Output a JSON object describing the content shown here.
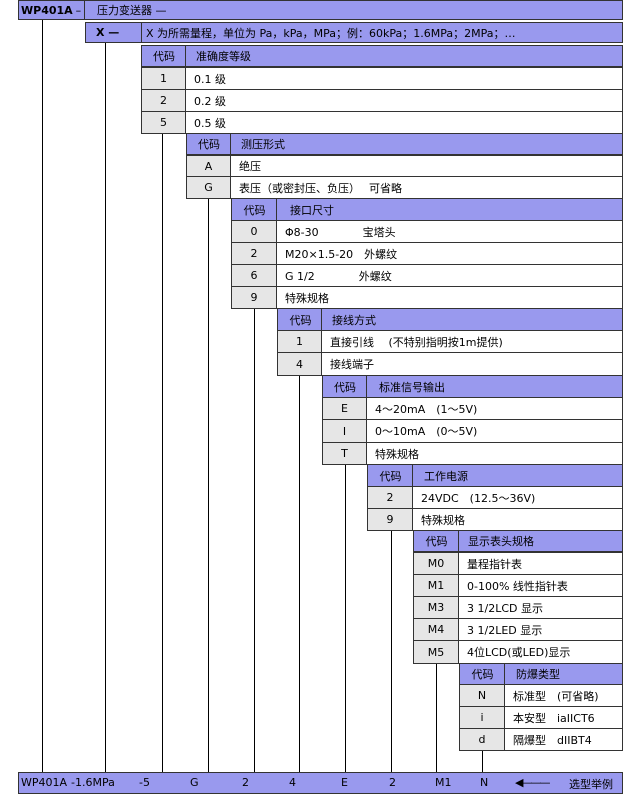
{
  "top": {
    "model": "WP401A",
    "dash": "–",
    "title": "压力变送器 —",
    "range_code": "X —",
    "range_desc": "X 为所需量程，单位为 Pa，kPa，MPa；例：60kPa；1.6MPa；2MPa；…"
  },
  "accuracy": {
    "code_header": "代码",
    "title": "准确度等级",
    "rows": [
      {
        "code": "1",
        "desc": "0.1 级"
      },
      {
        "code": "2",
        "desc": "0.2 级"
      },
      {
        "code": "5",
        "desc": "0.5 级"
      }
    ]
  },
  "pressure_form": {
    "code_header": "代码",
    "title": "测压形式",
    "rows": [
      {
        "code": "A",
        "desc": "绝压"
      },
      {
        "code": "G",
        "desc": "表压（或密封压、负压）　 可省略"
      }
    ]
  },
  "connection": {
    "code_header": "代码",
    "title": "接口尺寸",
    "rows": [
      {
        "code": "0",
        "desc": "Φ8-30　　　　宝塔头"
      },
      {
        "code": "2",
        "desc": "M20×1.5-20　外螺纹"
      },
      {
        "code": "6",
        "desc": "G 1/2　　　　外螺纹"
      },
      {
        "code": "9",
        "desc": "特殊规格"
      }
    ]
  },
  "wiring": {
    "code_header": "代码",
    "title": "接线方式",
    "rows": [
      {
        "code": "1",
        "desc": "直接引线　 (不特别指明按1m提供)"
      },
      {
        "code": "4",
        "desc": "接线端子"
      }
    ]
  },
  "signal": {
    "code_header": "代码",
    "title": "标准信号输出",
    "rows": [
      {
        "code": "E",
        "desc": "4～20mA　(1～5V)"
      },
      {
        "code": "I",
        "desc": "0～10mA　(0～5V)"
      },
      {
        "code": "T",
        "desc": "特殊规格"
      }
    ]
  },
  "power": {
    "code_header": "代码",
    "title": "工作电源",
    "rows": [
      {
        "code": "2",
        "desc": "24VDC　(12.5～36V)"
      },
      {
        "code": "9",
        "desc": "特殊规格"
      }
    ]
  },
  "display": {
    "code_header": "代码",
    "title": "显示表头规格",
    "rows": [
      {
        "code": "M0",
        "desc": "量程指针表"
      },
      {
        "code": "M1",
        "desc": "0-100% 线性指针表"
      },
      {
        "code": "M3",
        "desc": "3 1/2LCD 显示"
      },
      {
        "code": "M4",
        "desc": "3 1/2LED 显示"
      },
      {
        "code": "M5",
        "desc": "4位LCD(或LED)显示"
      }
    ]
  },
  "explosion": {
    "code_header": "代码",
    "title": "防爆类型",
    "rows": [
      {
        "code": "N",
        "desc": "标准型　(可省略)"
      },
      {
        "code": "i",
        "desc": "本安型　iaIICT6"
      },
      {
        "code": "d",
        "desc": "隔爆型　dIIBT4"
      }
    ]
  },
  "example": {
    "items": [
      "WP401A",
      "-1.6MPa",
      "-5",
      "G",
      "2",
      "4",
      "E",
      "2",
      "M1",
      "N"
    ],
    "arrow": "◀———",
    "label": "选型举例"
  }
}
